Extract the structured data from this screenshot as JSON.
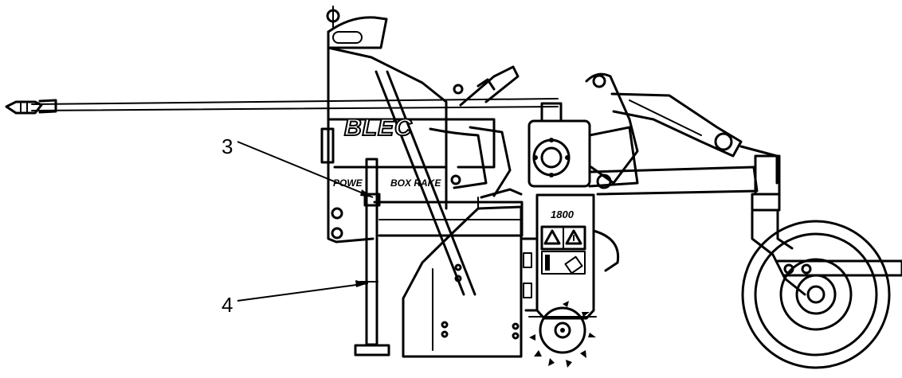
{
  "callouts": [
    {
      "label": "3"
    },
    {
      "label": "4"
    }
  ],
  "decals": {
    "brand": "BLEC",
    "model_left": "POWE",
    "model_right": "BOX RAKE",
    "size_plate": "1800"
  }
}
